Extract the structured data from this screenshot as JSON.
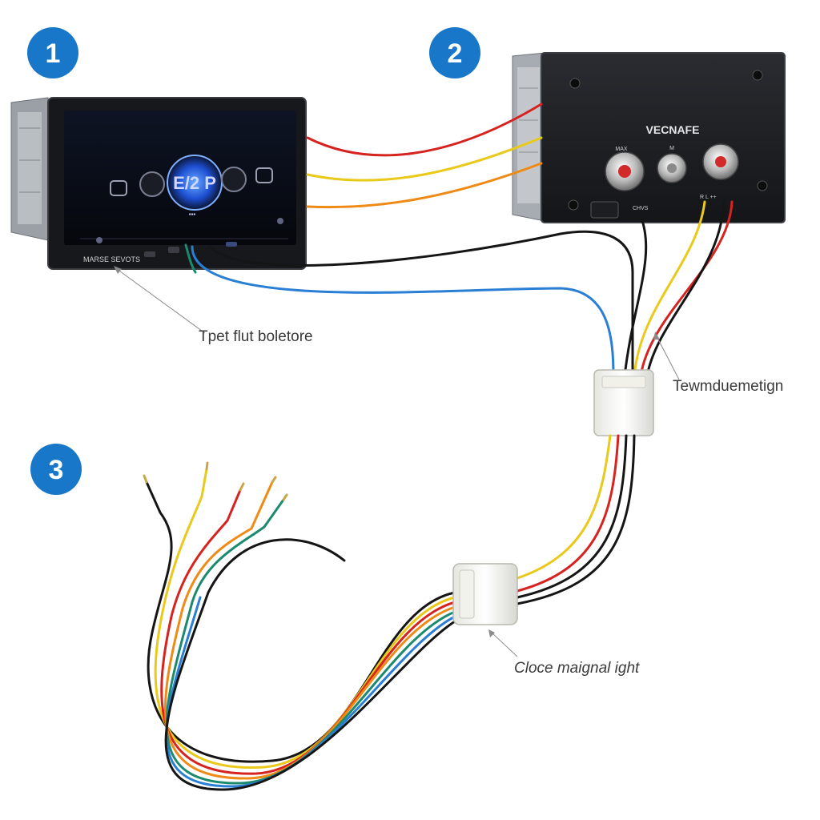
{
  "steps": {
    "one": "1",
    "two": "2",
    "three": "3"
  },
  "labels": {
    "head_unit": "Tpet flut boletore",
    "harness_connector": "Tewmduemetign",
    "pigtail_connector": "Cloce maignal ight"
  },
  "head_unit": {
    "screen_logo": "E/2 P",
    "bezel_text": "MARSE SEVOTS"
  },
  "amplifier": {
    "brand": "VECNAFE",
    "knob_left": "MAX",
    "knob_mid": "M",
    "port_text": "CHVS",
    "rca_text": "R L ++"
  },
  "colors": {
    "step_badge": "#1877c9",
    "wire_red": "#d6231f",
    "wire_yellow": "#e9c91a",
    "wire_orange": "#ef8a16",
    "wire_blue": "#2a7fd4",
    "wire_black": "#151515",
    "wire_green": "#1b8a6e"
  }
}
